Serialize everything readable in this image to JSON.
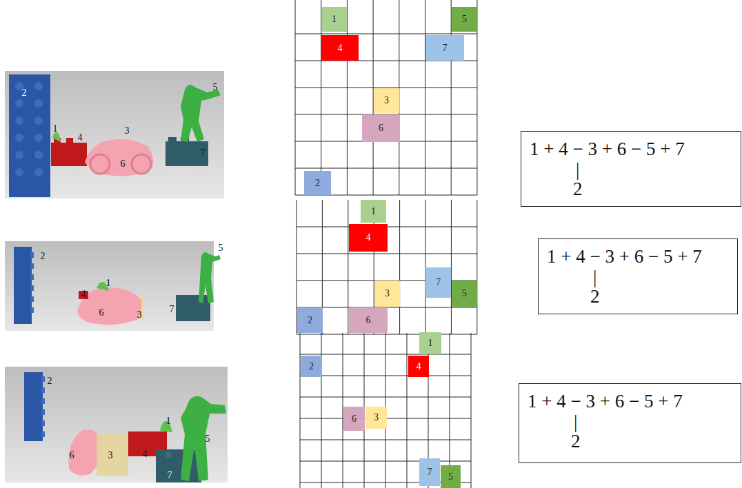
{
  "diagram": {
    "nodes": [
      {
        "text": [
          "1"
        ]
      },
      {
        "text": [
          "5"
        ]
      },
      {
        "text": [
          "4"
        ]
      },
      {
        "text": [
          "7"
        ]
      },
      {
        "text": [
          "3"
        ]
      },
      {
        "text": [
          "6"
        ]
      },
      {
        "text": [
          "2"
        ]
      },
      {
        "text": [
          "1 + 4 − 3 + 6 − 5 + 7",
          "|",
          "2"
        ]
      },
      {
        "text": [
          "1"
        ]
      },
      {
        "text": [
          "4"
        ]
      },
      {
        "text": [
          "7"
        ]
      },
      {
        "text": [
          "3"
        ]
      },
      {
        "text": [
          "5"
        ]
      },
      {
        "text": [
          "2"
        ]
      },
      {
        "text": [
          "6"
        ]
      },
      {
        "text": [
          "1 + 4 − 3 + 6 − 5 + 7",
          "|",
          "2"
        ]
      },
      {
        "text": [
          "1"
        ]
      },
      {
        "text": [
          "2"
        ]
      },
      {
        "text": [
          "4"
        ]
      },
      {
        "text": [
          "6"
        ]
      },
      {
        "text": [
          "3"
        ]
      },
      {
        "text": [
          "7"
        ]
      },
      {
        "text": [
          "5"
        ]
      },
      {
        "text": [
          "1 + 4 − 3 + 6 − 5 + 7",
          "|",
          "2"
        ]
      }
    ],
    "labels": [
      "2",
      "1",
      "4",
      "3",
      "5",
      "6",
      "7",
      "2",
      "1",
      "4",
      "5",
      "6",
      "3",
      "7",
      "2",
      "1",
      "6",
      "3",
      "4",
      "5",
      "7"
    ]
  }
}
